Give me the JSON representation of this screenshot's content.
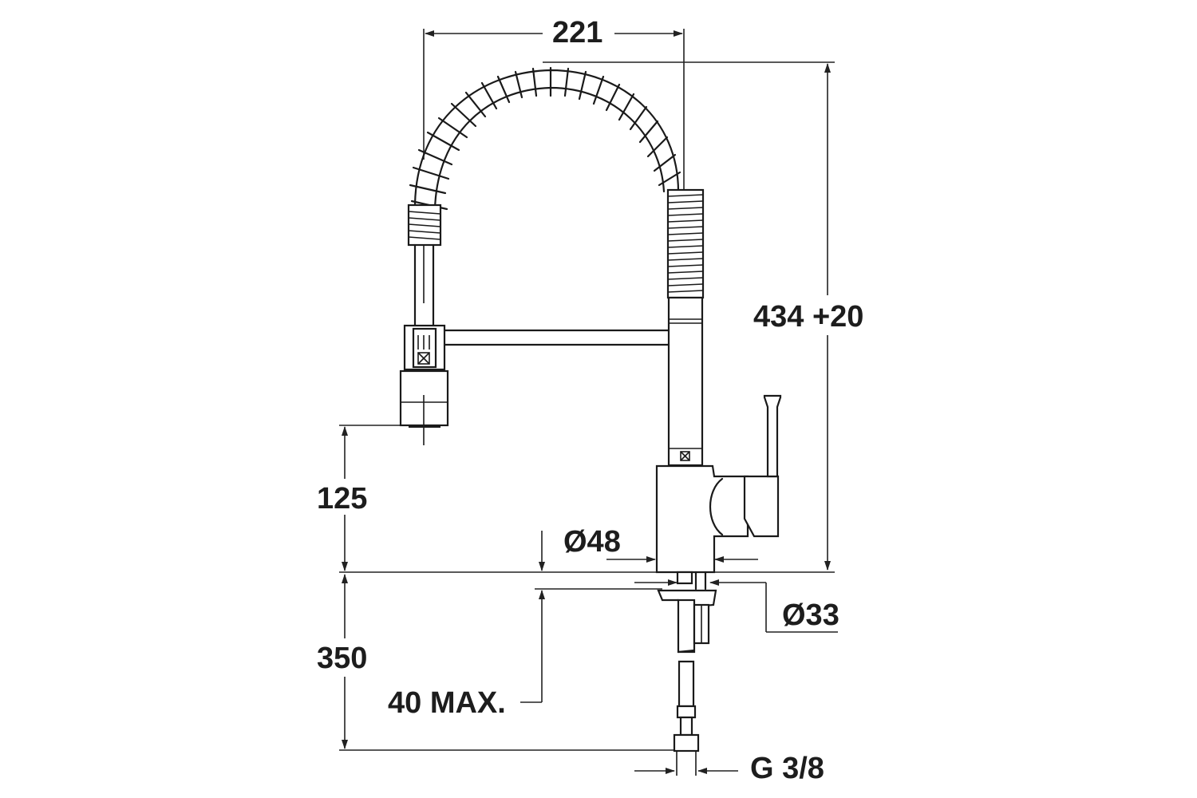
{
  "drawing": {
    "subject": "Pull-out spring kitchen faucet technical drawing",
    "line_color": "#1a1a1a",
    "background": "#ffffff"
  },
  "dimensions": {
    "spout_reach": "221",
    "total_height": "434 +20",
    "spout_clearance": "125",
    "hose_length": "350",
    "max_deck_thickness": "40 MAX.",
    "body_diameter": "Ø48",
    "hole_diameter": "Ø33",
    "connection_thread": "G 3/8"
  }
}
